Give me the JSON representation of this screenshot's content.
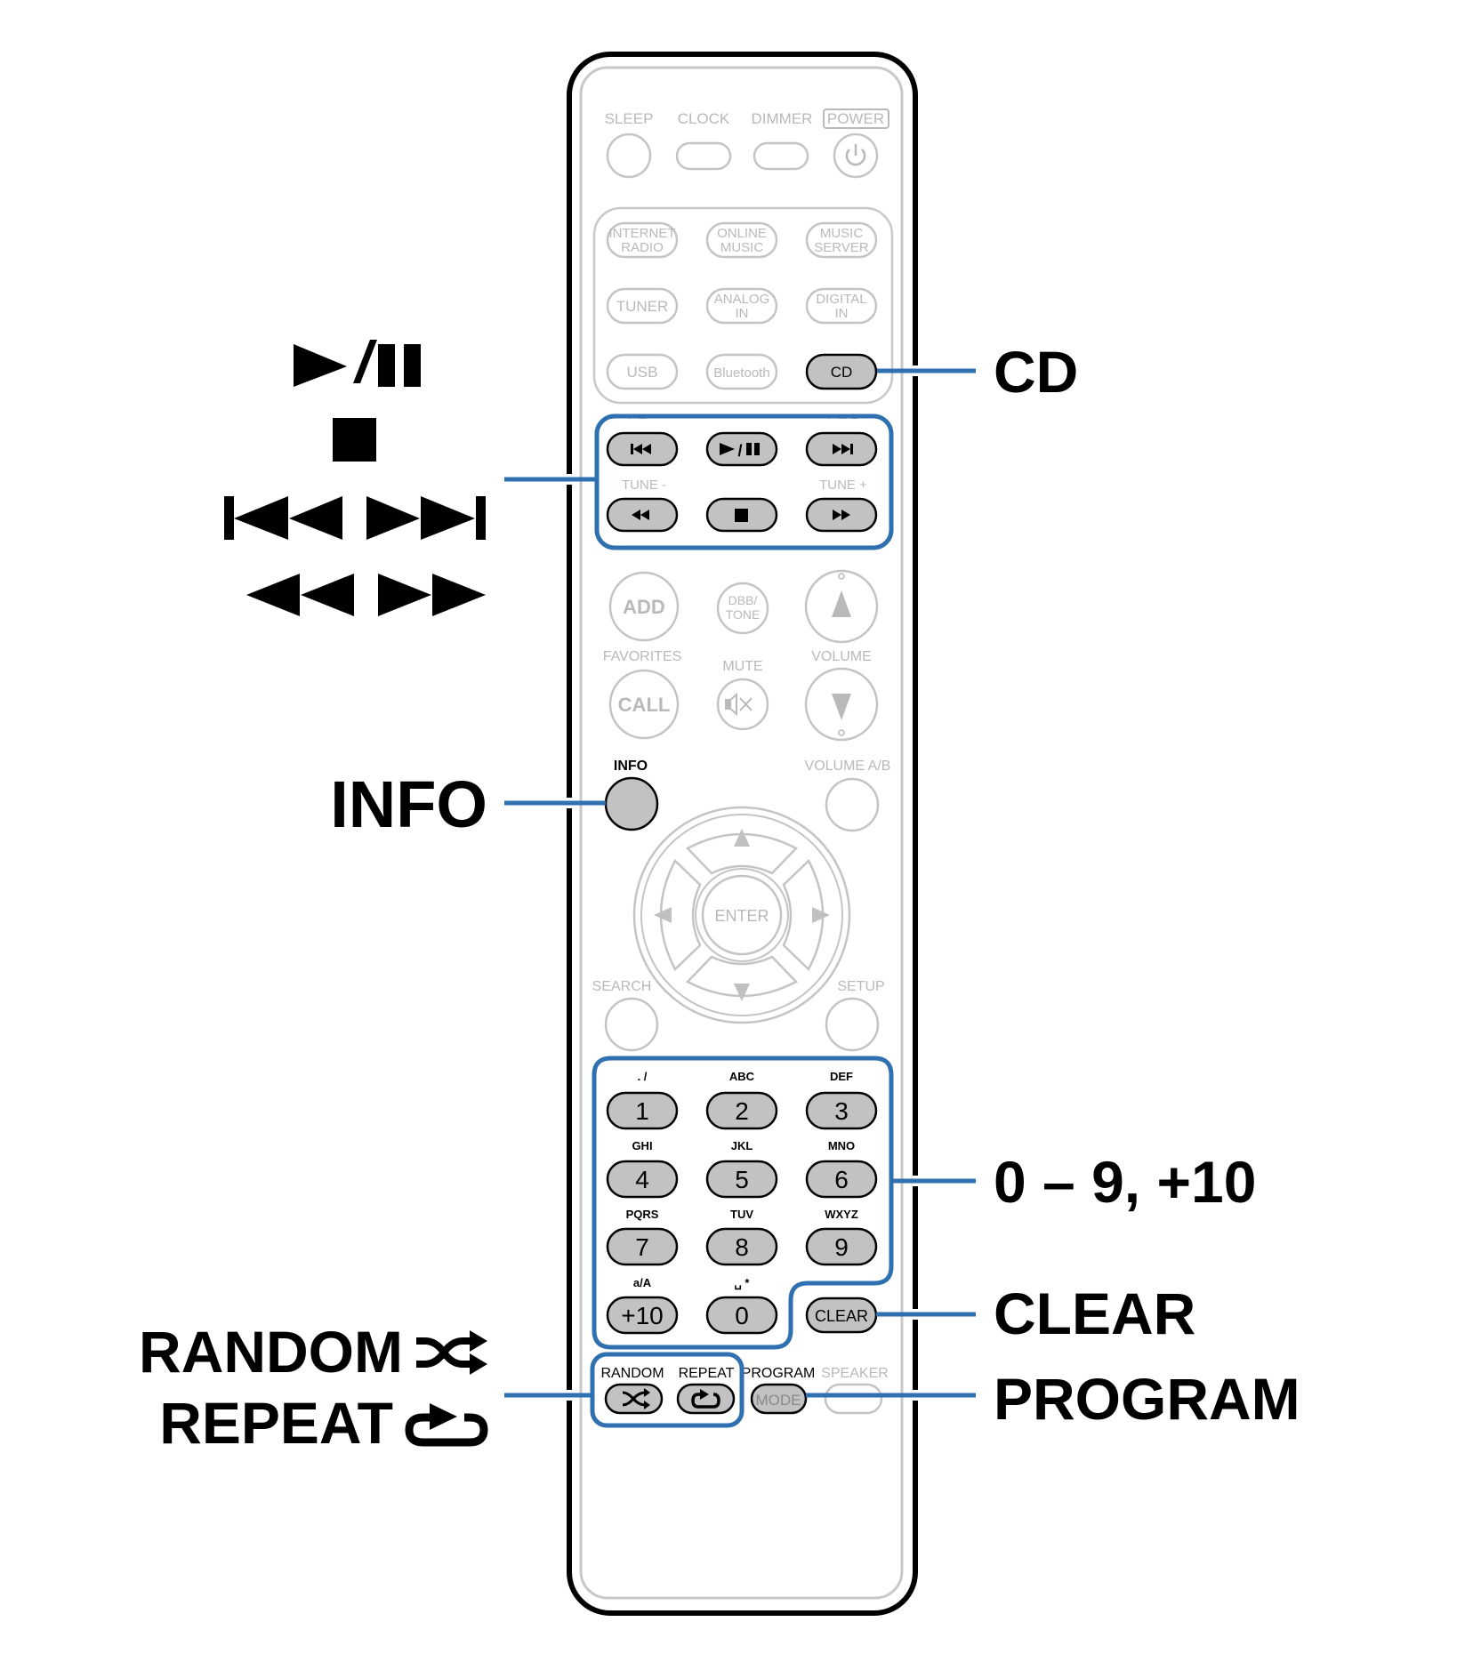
{
  "figure": "Remote control diagram – CD playback buttons",
  "colors": {
    "highlight_line": "#2f70b1",
    "highlight_button": "#c2c2c2",
    "inactive": "#b9b9b9"
  },
  "remote": {
    "top_row": {
      "sleep": "SLEEP",
      "clock": "CLOCK",
      "dimmer": "DIMMER",
      "power": "POWER"
    },
    "inputs": [
      {
        "line1": "INTERNET",
        "line2": "RADIO"
      },
      {
        "line1": "ONLINE",
        "line2": "MUSIC"
      },
      {
        "line1": "MUSIC",
        "line2": "SERVER"
      },
      {
        "line1": "TUNER",
        "line2": ""
      },
      {
        "line1": "ANALOG",
        "line2": "IN"
      },
      {
        "line1": "DIGITAL",
        "line2": "IN"
      },
      {
        "line1": "USB",
        "line2": ""
      },
      {
        "line1": "Bluetooth",
        "line2": ""
      },
      {
        "line1": "CD",
        "line2": ""
      }
    ],
    "transport": {
      "ch_minus": "CH -",
      "ch_plus": "CH +",
      "tune_minus": "TUNE -",
      "tune_plus": "TUNE +",
      "play_pause_slash": "/"
    },
    "favorites": {
      "add": "ADD",
      "label": "FAVORITES",
      "call": "CALL"
    },
    "dbb": {
      "line1": "DBB/",
      "line2": "TONE"
    },
    "mute": "MUTE",
    "volume": "VOLUME",
    "info": "INFO",
    "volume_ab": "VOLUME A/B",
    "enter": "ENTER",
    "search": "SEARCH",
    "setup": "SETUP",
    "numpad": [
      {
        "sub": ". /",
        "key": "1"
      },
      {
        "sub": "ABC",
        "key": "2"
      },
      {
        "sub": "DEF",
        "key": "3"
      },
      {
        "sub": "GHI",
        "key": "4"
      },
      {
        "sub": "JKL",
        "key": "5"
      },
      {
        "sub": "MNO",
        "key": "6"
      },
      {
        "sub": "PQRS",
        "key": "7"
      },
      {
        "sub": "TUV",
        "key": "8"
      },
      {
        "sub": "WXYZ",
        "key": "9"
      },
      {
        "sub": "a/A",
        "key": "+10"
      },
      {
        "sub": "␣ *",
        "key": "0"
      }
    ],
    "clear": "CLEAR",
    "random": "RANDOM",
    "repeat": "REPEAT",
    "program": "PROGRAM",
    "mode": "MODE",
    "speaker": "SPEAKER"
  },
  "callouts": {
    "right": {
      "cd": "CD",
      "numbers": "0 – 9, +10",
      "clear": "CLEAR",
      "program": "PROGRAM"
    },
    "left": {
      "info": "INFO",
      "random": "RANDOM",
      "repeat": "REPEAT",
      "play_pause_slash": "/"
    }
  }
}
